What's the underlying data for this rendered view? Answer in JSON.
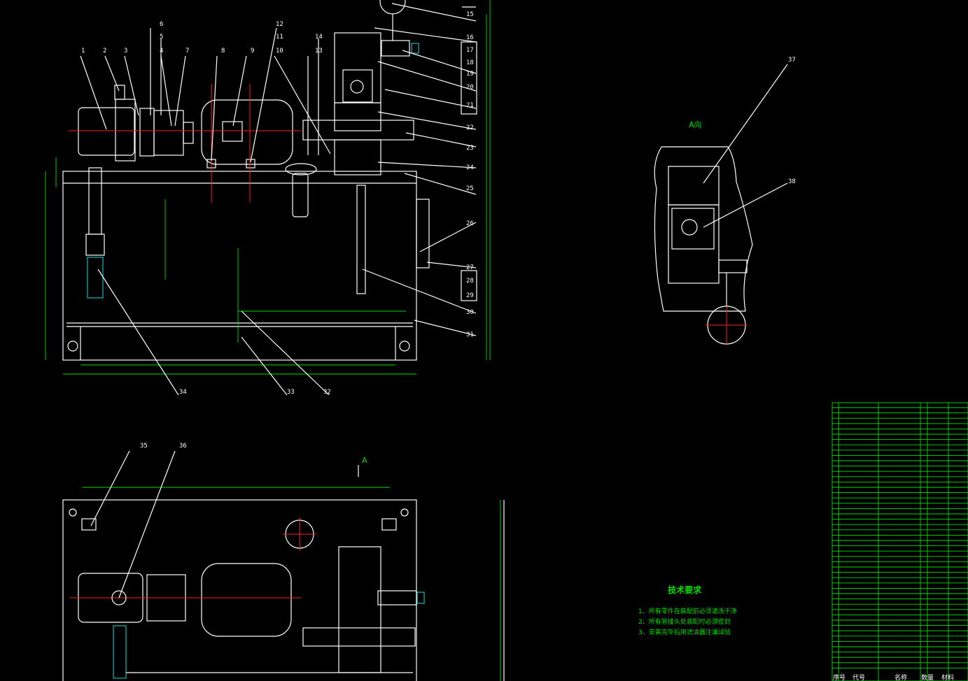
{
  "drawing": {
    "view_a_label": "A向",
    "view_arrow_label": "A",
    "tech_requirements": {
      "title": "技术要求",
      "lines": [
        "1、所有零件在装配前必须清洗干净",
        "2、所有管接头处装配时必须密封",
        "3、安装完毕后用滤油器注油试验"
      ]
    },
    "bom_header": [
      "序号",
      "代号",
      "名称",
      "数量",
      "材料"
    ],
    "balloons_front": [
      "1",
      "2",
      "3",
      "4",
      "5",
      "6",
      "7",
      "8",
      "9",
      "10",
      "11",
      "12",
      "13",
      "14",
      "15",
      "16",
      "17",
      "18",
      "19",
      "20",
      "21",
      "22",
      "23",
      "24",
      "25",
      "26",
      "27",
      "28",
      "29",
      "30",
      "31",
      "32",
      "33",
      "34"
    ],
    "balloons_view_a": [
      "37",
      "38"
    ],
    "balloons_top": [
      "35",
      "36"
    ],
    "colors": {
      "background": "#000000",
      "outline": "#ffffff",
      "center_line": "#ff2020",
      "dimension": "#00e000",
      "part": "#19e0e0"
    }
  }
}
